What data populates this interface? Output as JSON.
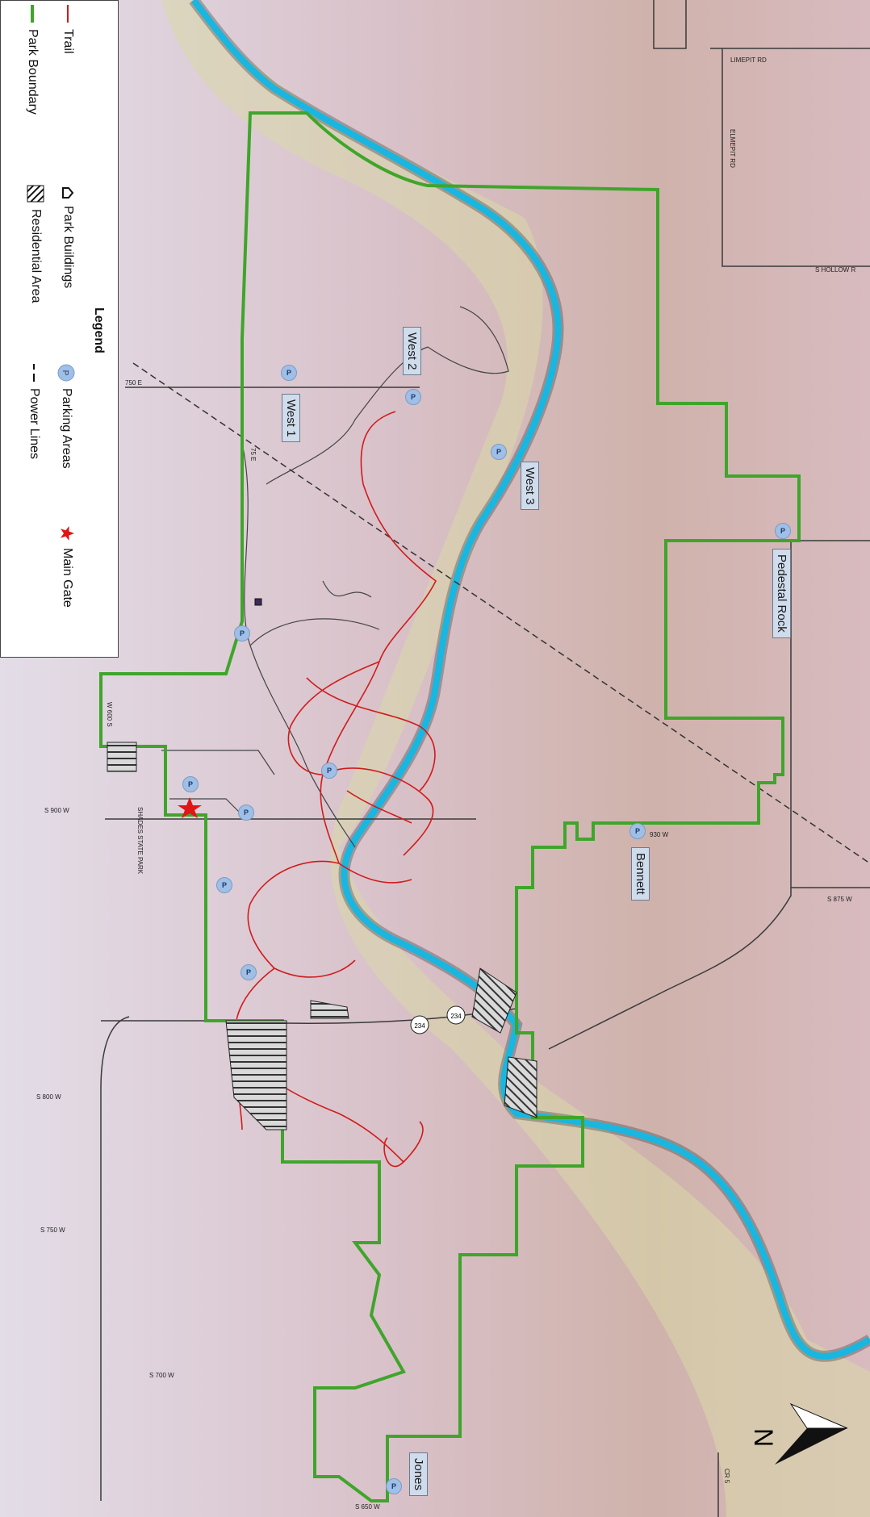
{
  "legend": {
    "title": "Legend",
    "items": [
      {
        "label": "Trail",
        "icon": "trail-line-icon"
      },
      {
        "label": "Park Boundary",
        "icon": "boundary-line-icon"
      },
      {
        "label": "Park Buildings",
        "icon": "building-icon"
      },
      {
        "label": "Residential Area",
        "icon": "hatch-icon"
      },
      {
        "label": "Parking Areas",
        "icon": "parking-icon"
      },
      {
        "label": "Power Lines",
        "icon": "power-line-icon"
      },
      {
        "label": "Main Gate",
        "icon": "star-icon"
      }
    ]
  },
  "parking_labels": [
    "West 1",
    "West 2",
    "West 3",
    "Pedestal Rock",
    "Bennett",
    "Jones"
  ],
  "road_labels": [
    "LIMEPIT RD",
    "ELMEPIT RD",
    "S HOLLOW R",
    "750 E",
    "75 E",
    "W 600 S",
    "S 900 W",
    "SHADES STATE PARK",
    "930 W",
    "S 875 W",
    "S 800 W",
    "S 750 W",
    "S 700 W",
    "S 650 W",
    "CR 5"
  ],
  "route_markers": [
    "234",
    "234"
  ],
  "parking_symbol": "P",
  "north_label": "N",
  "colors": {
    "trail": "#d01b1b",
    "boundary": "#3fa52b",
    "river": "#19b6e0",
    "parking": "#9fbfe6",
    "star": "#e11515"
  }
}
